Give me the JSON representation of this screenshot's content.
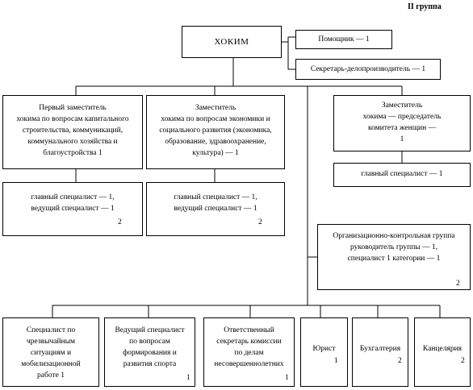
{
  "header": {
    "group_label": "II  группа"
  },
  "hokim": {
    "title": "ХОКИМ"
  },
  "assistant": {
    "label": "Помощник — 1"
  },
  "secretary": {
    "label": "Секретарь-делопроизводитель — 1"
  },
  "deputies": [
    {
      "text": "Первый заместитель\nхокима по вопросам капитального\nстроительства, коммуникаций,\nкоммунального хозяйства и\nблагоустройства  1",
      "staff": "главный специалист — 1,\nведущий специалист — 1",
      "staff_count": "2"
    },
    {
      "text": "Заместитель\nхокима по вопросам экономики и\nсоциального развития (экономика,\nобразование, здравоохранение,\nкультура) — 1",
      "staff": "главный специалист — 1,\nведущий специалист — 1",
      "staff_count": "2"
    },
    {
      "text": "Заместитель\nхокима — председатель\nкомитета женщин —\n1",
      "staff": "главный специалист — 1"
    }
  ],
  "control_group": {
    "text": "Организационно-контрольная группа\nруководитель группы — 1,\nспециалист 1 категории — 1",
    "count": "2"
  },
  "bottom_units": [
    {
      "text": "Специалист по\nчрезвычайным\nситуациям и\nмобилизационной\nработе  1"
    },
    {
      "text": "Ведущий специалист\nпо вопросам\nформирования и\nразвития спорта",
      "count": "1"
    },
    {
      "text": "Ответственный\nсекретарь комиссии\nпо делам\nнесовершеннолетних",
      "count": "1"
    },
    {
      "text": "Юрист",
      "count": "1"
    },
    {
      "text": "Бухгалтерия",
      "count": "2"
    },
    {
      "text": "Канцелярия",
      "count": "2"
    }
  ]
}
